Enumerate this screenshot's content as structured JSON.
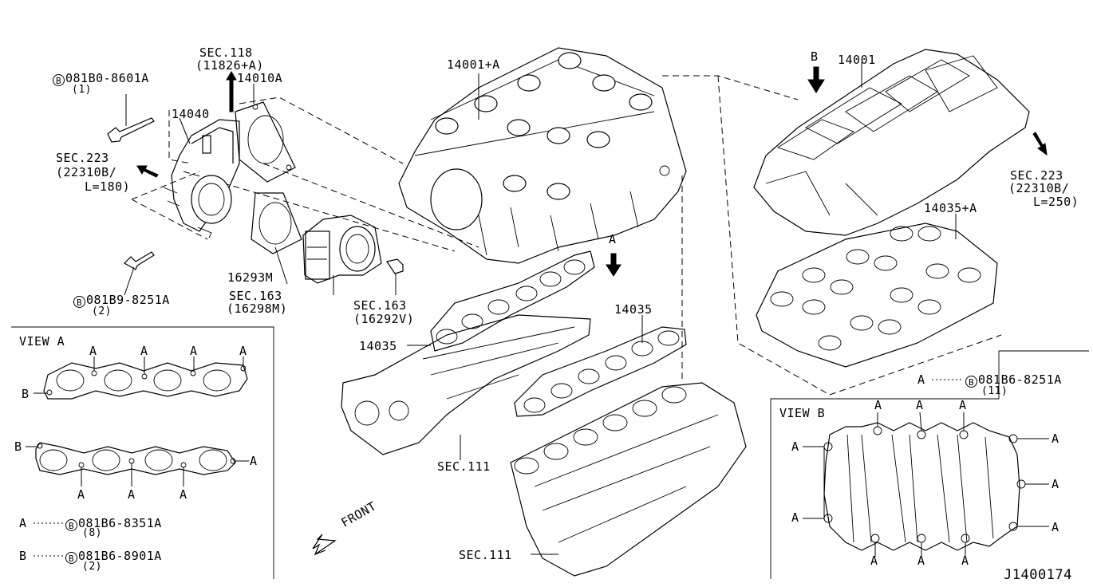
{
  "diagram_id": "J1400174",
  "labels": {
    "bolt_top_part": "081B0-8601A",
    "bolt_top_qty": "(1)",
    "sec118": "SEC.118",
    "sec118_ref": "(11826+A)",
    "p14010A": "14010A",
    "p14040": "14040",
    "sec223_left": "SEC.223",
    "sec223_left_ref1": "(22310B/",
    "sec223_left_ref2": "L=180)",
    "p16293M": "16293M",
    "sec163a": "SEC.163",
    "sec163a_ref": "(16298M)",
    "sec163b": "SEC.163",
    "sec163b_ref": "(16292V)",
    "bolt_mid_part": "081B9-8251A",
    "bolt_mid_qty": "(2)",
    "p14001A": "14001+A",
    "p14001": "14001",
    "view_arrow_a": "A",
    "view_arrow_b": "B",
    "sec223_right": "SEC.223",
    "sec223_right_ref1": "(22310B/",
    "sec223_right_ref2": "L=250)",
    "p14035A": "14035+A",
    "p14035_left": "14035",
    "p14035_right": "14035",
    "sec111_upper": "SEC.111",
    "sec111_lower": "SEC.111",
    "front": "FRONT",
    "bolt_b_part": "081B6-8251A",
    "bolt_b_qty": "(11)",
    "bolt_b_key": "A",
    "circle_b": "B"
  },
  "view_a": {
    "title": "VIEW A",
    "legend": [
      {
        "key": "A",
        "part": "081B6-8351A",
        "qty": "(8)"
      },
      {
        "key": "B",
        "part": "081B6-8901A",
        "qty": "(2)"
      }
    ],
    "marker_a": "A",
    "marker_b": "B"
  },
  "view_b": {
    "title": "VIEW B",
    "marker_a": "A"
  }
}
